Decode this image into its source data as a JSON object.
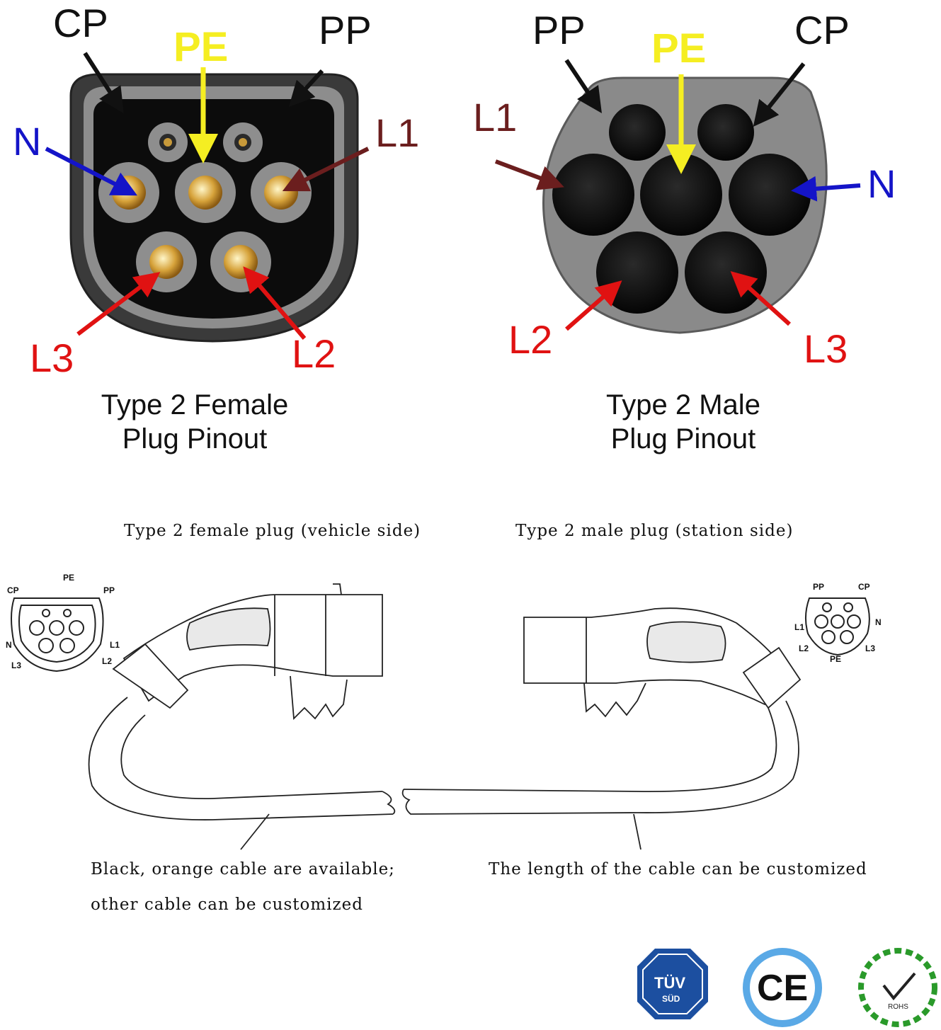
{
  "colors": {
    "black": "#111111",
    "pe": "#f5ee22",
    "n": "#1414c8",
    "l1": "#6b1e1e",
    "l2l3": "#e01212"
  },
  "female": {
    "labels": {
      "cp": "CP",
      "pe": "PE",
      "pp": "PP",
      "n": "N",
      "l1": "L1",
      "l2": "L2",
      "l3": "L3"
    },
    "title_line1": "Type 2 Female",
    "title_line2": "Plug Pinout"
  },
  "male": {
    "labels": {
      "pp": "PP",
      "pe": "PE",
      "cp": "CP",
      "l1": "L1",
      "n": "N",
      "l2": "L2",
      "l3": "L3"
    },
    "title_line1": "Type 2 Male",
    "title_line2": "Plug Pinout"
  },
  "drawing": {
    "left_caption": "Type 2 female plug (vehicle side)",
    "right_caption": "Type 2 male plug (station side)",
    "note_left_line1": "Black, orange cable are available;",
    "note_left_line2": "other cable can be customized",
    "note_right": "The length of the cable can be customized",
    "small_female": {
      "pe": "PE",
      "cp": "CP",
      "pp": "PP",
      "n": "N",
      "l1": "L1",
      "l2": "L2",
      "l3": "L3"
    },
    "small_male": {
      "pp": "PP",
      "cp": "CP",
      "l1": "L1",
      "n": "N",
      "l2": "L2",
      "l3": "L3",
      "pe": "PE"
    }
  },
  "certs": {
    "tuv": "TÜV",
    "tuv_sub": "SÜD",
    "ce": "CE",
    "rohs": "ROHS"
  }
}
